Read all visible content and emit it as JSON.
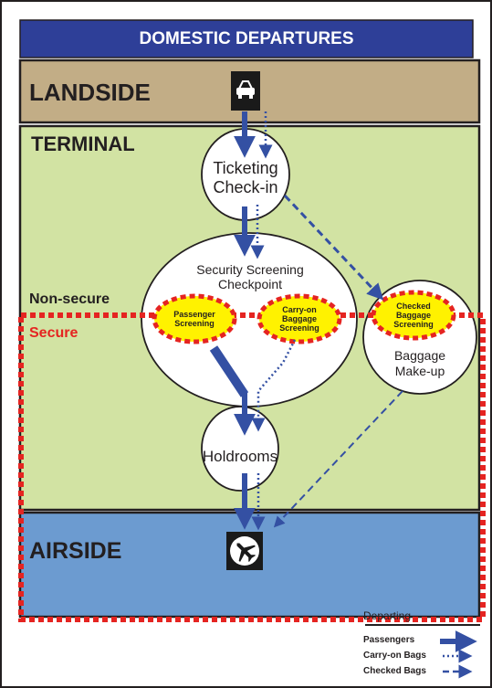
{
  "title": "DOMESTIC DEPARTURES",
  "zones": {
    "landside": "LANDSIDE",
    "terminal": "TERMINAL",
    "airside": "AIRSIDE",
    "non_secure": "Non-secure",
    "secure": "Secure"
  },
  "nodes": {
    "ticketing": [
      "Ticketing",
      "Check-in"
    ],
    "security": [
      "Security Screening",
      "Checkpoint"
    ],
    "passenger_screening": [
      "Passenger",
      "Screening"
    ],
    "carryon_screening": [
      "Carry-on",
      "Baggage",
      "Screening"
    ],
    "checked_screening": [
      "Checked",
      "Baggage",
      "Screening"
    ],
    "baggage_makeup": [
      "Baggage",
      "Make-up"
    ],
    "holdrooms": [
      "Holdrooms"
    ]
  },
  "legend": {
    "title": "Departing",
    "items": [
      "Passengers",
      "Carry-on Bags",
      "Checked Bags"
    ]
  },
  "colors": {
    "title_bar": "#2e3f98",
    "landside": "#c2ad86",
    "terminal": "#d2e3a3",
    "airside": "#6c9bd0",
    "flow": "#3450a3",
    "secure_boundary": "#e52421",
    "screening_fill": "#fff200"
  },
  "icons": {
    "landside": "car-icon",
    "airside": "airplane-icon"
  }
}
